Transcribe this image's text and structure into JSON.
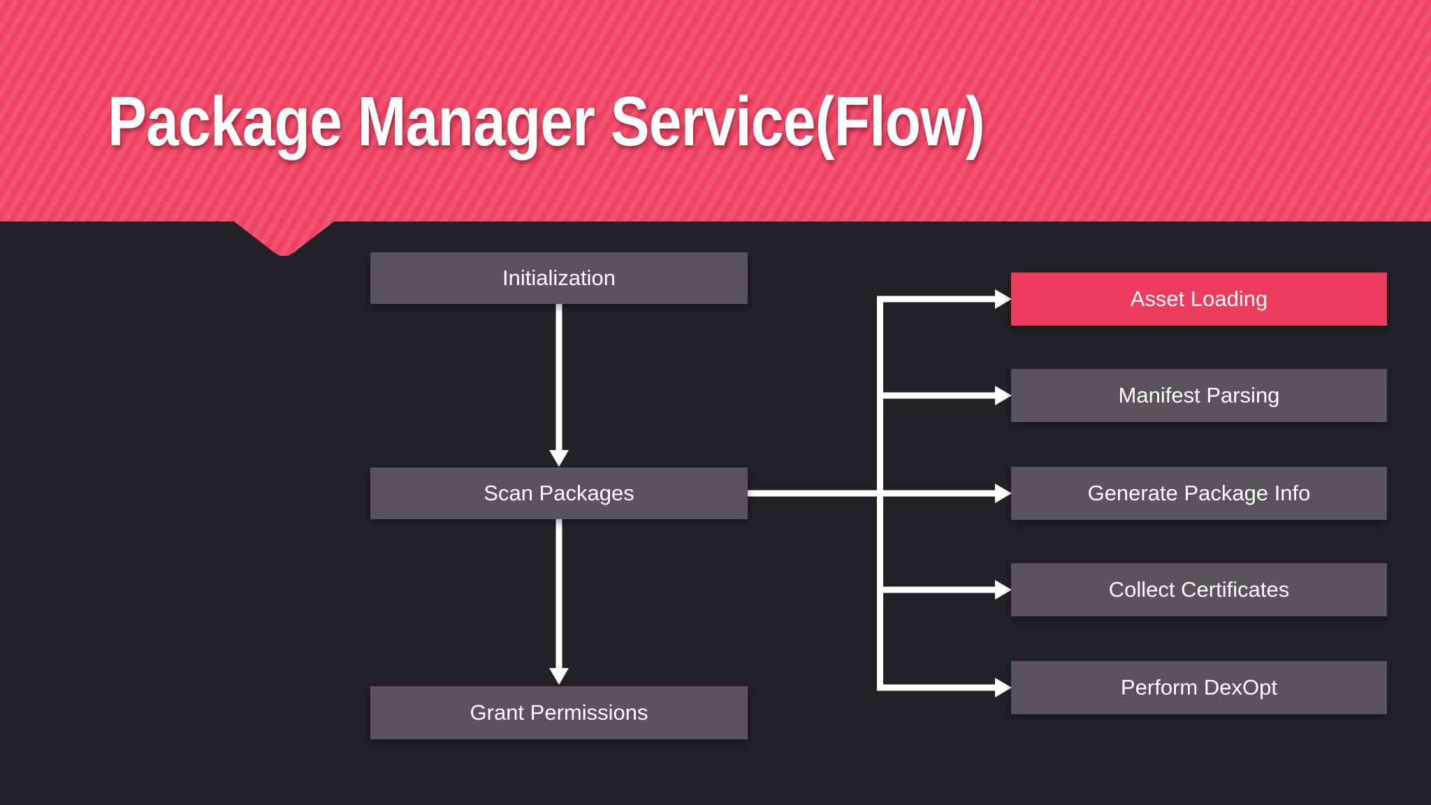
{
  "slide": {
    "title": "Package Manager Service(Flow)",
    "background_color": "#222126",
    "banner": {
      "base_color": "#ed4262",
      "stripe_color": "#f25471",
      "shape": "ribbon-with-down-notch"
    }
  },
  "flow": {
    "main_sequence": [
      {
        "label": "Initialization"
      },
      {
        "label": "Scan Packages"
      },
      {
        "label": "Grant Permissions"
      }
    ],
    "scan_subtasks": [
      {
        "label": "Asset Loading",
        "highlighted": true
      },
      {
        "label": "Manifest Parsing",
        "highlighted": false
      },
      {
        "label": "Generate Package Info",
        "highlighted": false
      },
      {
        "label": "Collect Certificates",
        "highlighted": false
      },
      {
        "label": "Perform DexOpt",
        "highlighted": false
      }
    ],
    "edges": [
      "Initialization -> Scan Packages",
      "Scan Packages -> Grant Permissions",
      "Scan Packages -> Asset Loading",
      "Scan Packages -> Manifest Parsing",
      "Scan Packages -> Generate Package Info",
      "Scan Packages -> Collect Certificates",
      "Scan Packages -> Perform DexOpt"
    ]
  },
  "colors": {
    "accent": "#ee3c5e",
    "node_gray": "#585459",
    "connector": "#ffffff",
    "text": "#ffffff"
  }
}
